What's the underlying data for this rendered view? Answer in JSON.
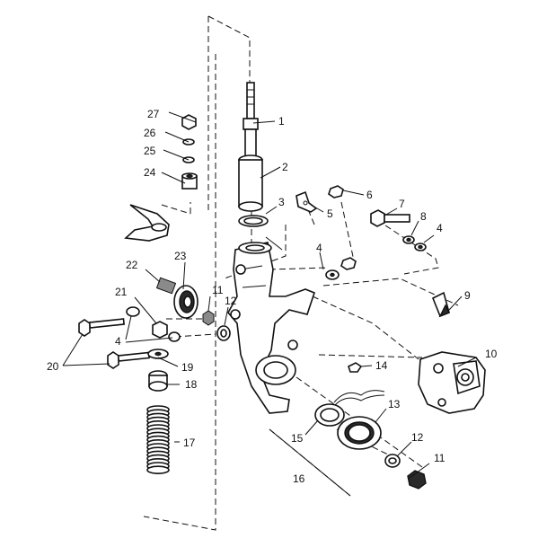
{
  "callouts": [
    {
      "id": "n1",
      "text": "1"
    },
    {
      "id": "n2",
      "text": "2"
    },
    {
      "id": "n3",
      "text": "3"
    },
    {
      "id": "n4a",
      "text": "4"
    },
    {
      "id": "n4b",
      "text": "4"
    },
    {
      "id": "n4c",
      "text": "4"
    },
    {
      "id": "n5",
      "text": "5"
    },
    {
      "id": "n6",
      "text": "6"
    },
    {
      "id": "n7",
      "text": "7"
    },
    {
      "id": "n8",
      "text": "8"
    },
    {
      "id": "n9",
      "text": "9"
    },
    {
      "id": "n10",
      "text": "10"
    },
    {
      "id": "n11a",
      "text": "11"
    },
    {
      "id": "n11b",
      "text": "11"
    },
    {
      "id": "n12a",
      "text": "12"
    },
    {
      "id": "n12b",
      "text": "12"
    },
    {
      "id": "n13",
      "text": "13"
    },
    {
      "id": "n14",
      "text": "14"
    },
    {
      "id": "n15",
      "text": "15"
    },
    {
      "id": "n16",
      "text": "16"
    },
    {
      "id": "n17",
      "text": "17"
    },
    {
      "id": "n18",
      "text": "18"
    },
    {
      "id": "n19",
      "text": "19"
    },
    {
      "id": "n20",
      "text": "20"
    },
    {
      "id": "n21",
      "text": "21"
    },
    {
      "id": "n22",
      "text": "22"
    },
    {
      "id": "n23",
      "text": "23"
    },
    {
      "id": "n24",
      "text": "24"
    },
    {
      "id": "n25",
      "text": "25"
    },
    {
      "id": "n26",
      "text": "26"
    },
    {
      "id": "n27",
      "text": "27"
    }
  ]
}
